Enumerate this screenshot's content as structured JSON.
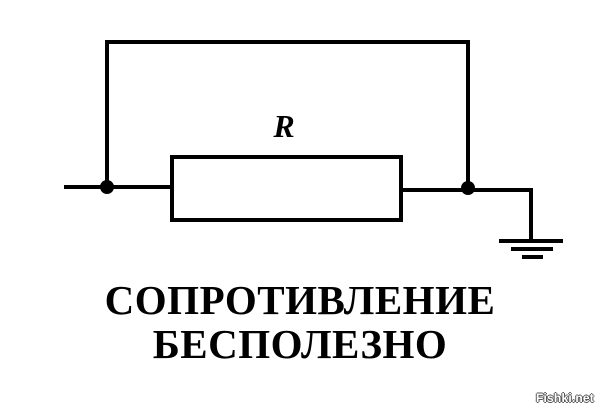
{
  "diagram": {
    "type": "circuit-schematic",
    "description": "Resistor R shorted by a parallel bypass wire, right side grounded",
    "resistor_label": "R",
    "components": [
      {
        "id": "resistor",
        "label": "R"
      },
      {
        "id": "bypass-wire",
        "label": ""
      },
      {
        "id": "junction-left",
        "label": ""
      },
      {
        "id": "junction-right",
        "label": ""
      },
      {
        "id": "ground",
        "label": ""
      }
    ],
    "line_color": "#000000",
    "background": "#ffffff"
  },
  "caption": {
    "line1": "СОПРОТИВЛЕНИЕ",
    "line2": "БЕСПОЛЕЗНО"
  },
  "watermark": "Fishki.net"
}
